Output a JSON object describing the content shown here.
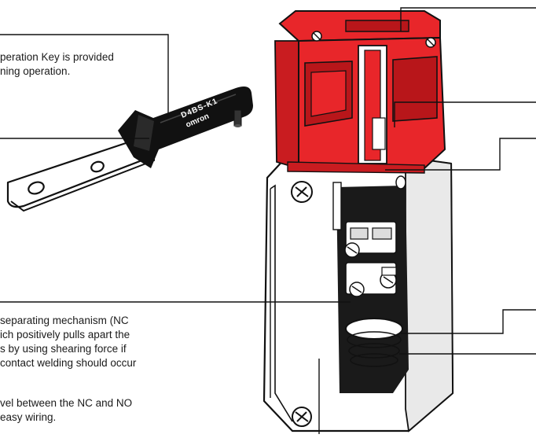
{
  "callouts": {
    "key_line1": "peration Key is provided",
    "key_line2": "ning operation.",
    "mech_line1": "separating mechanism (NC",
    "mech_line2": "ich positively pulls apart the",
    "mech_line3": "s by using shearing force if",
    "mech_line4": "contact welding should occur",
    "wire_line1": "vel between the NC and NO",
    "wire_line2": "easy wiring."
  },
  "key_marking": {
    "brand": "omron",
    "model": "D4BS-K1"
  },
  "colors": {
    "head": "#e8262a",
    "head_shadow": "#b8161a",
    "body": "#ffffff",
    "outline": "#111111",
    "key": "#111111"
  }
}
